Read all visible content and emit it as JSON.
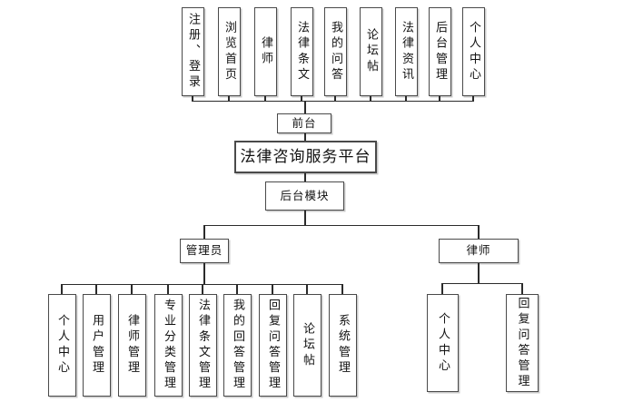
{
  "diagram": {
    "title": "法律咨询服务平台",
    "front_group_label": "前台",
    "back_group_label": "后台模块",
    "admin_label": "管理员",
    "lawyer_label": "律师",
    "front_modules": [
      "注册、登录",
      "浏览首页",
      "律师",
      "法律条文",
      "我的问答",
      "论坛帖",
      "法律资讯",
      "后台管理",
      "个人中心"
    ],
    "admin_modules": [
      "个人中心",
      "用户管理",
      "律师管理",
      "专业分类管理",
      "法律条文管理",
      "我的回答管理",
      "回复问答管理",
      "论坛帖",
      "系统管理"
    ],
    "lawyer_modules": [
      "个人中心",
      "回复问答管理"
    ]
  },
  "colors": {
    "border": "#4a4a4a",
    "line": "#2b2b2b",
    "text": "#111111",
    "background": "#ffffff"
  }
}
